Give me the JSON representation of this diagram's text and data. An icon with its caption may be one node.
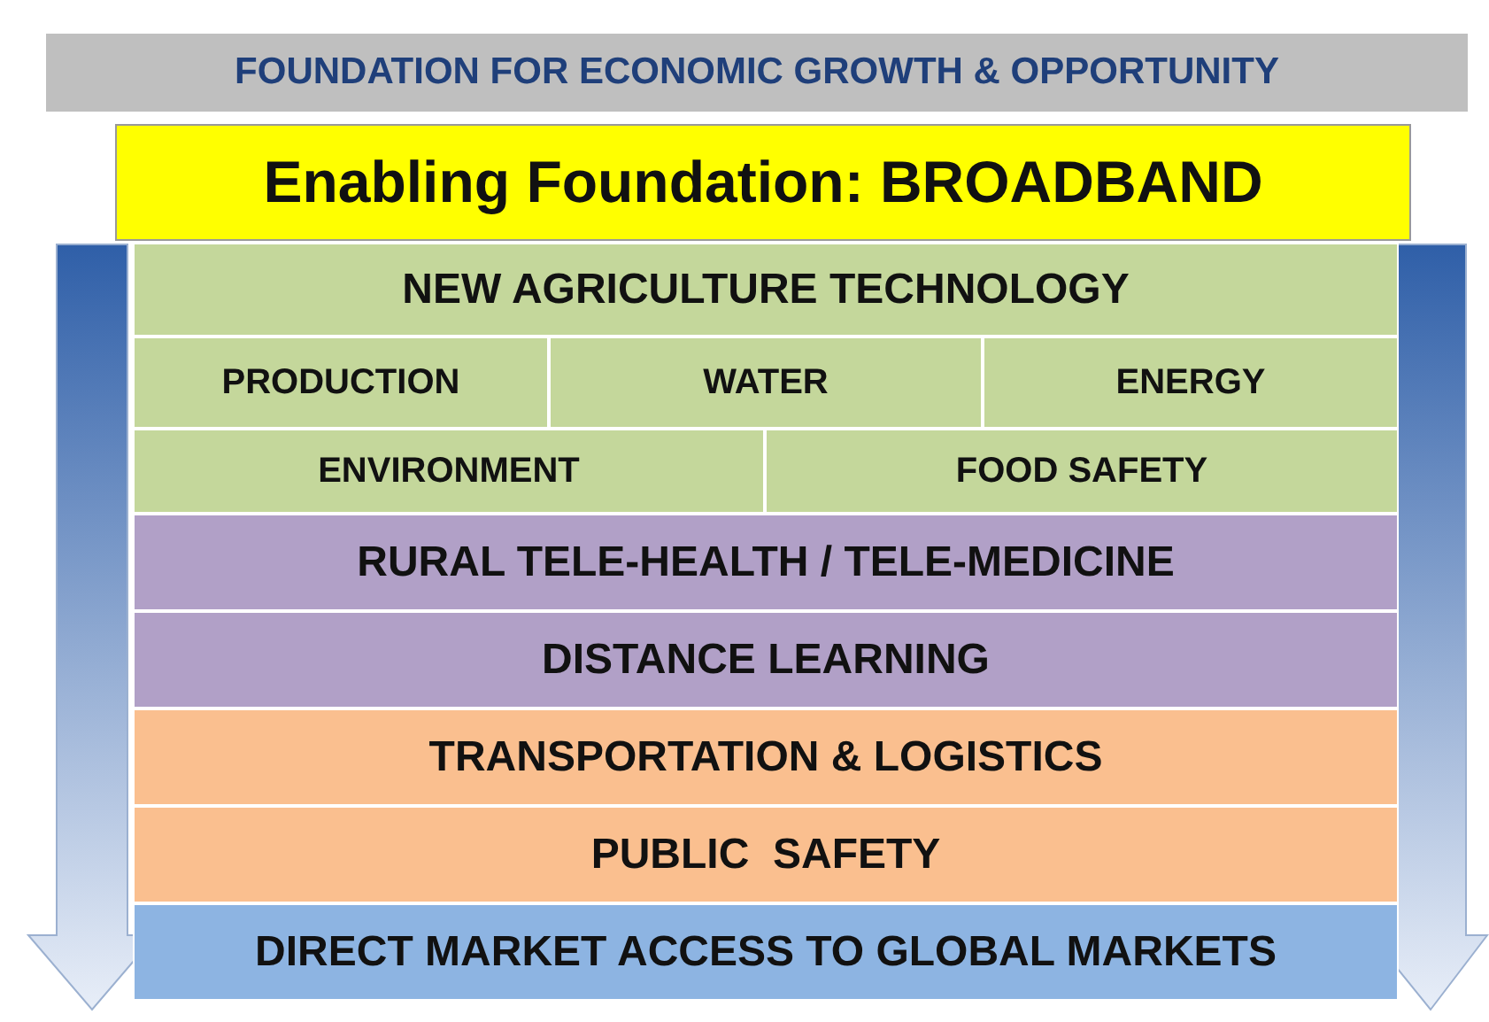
{
  "diagram": {
    "nodes": [
      {
        "text": [
          "FOUNDATION FOR ECONOMIC GROWTH & OPPORTUNITY"
        ]
      },
      {
        "text": [
          "Enabling Foundation: BROADBAND"
        ]
      },
      {
        "text": [
          "NEW AGRICULTURE TECHNOLOGY"
        ]
      },
      {
        "text": [
          "PRODUCTION"
        ]
      },
      {
        "text": [
          "WATER"
        ]
      },
      {
        "text": [
          "ENERGY"
        ]
      },
      {
        "text": [
          "ENVIRONMENT"
        ]
      },
      {
        "text": [
          "FOOD SAFETY"
        ]
      },
      {
        "text": [
          "RURAL TELE-HEALTH / TELE-MEDICINE"
        ]
      },
      {
        "text": [
          "DISTANCE LEARNING"
        ]
      },
      {
        "text": [
          "TRANSPORTATION & LOGISTICS"
        ]
      },
      {
        "text": [
          "PUBLIC  SAFETY"
        ]
      },
      {
        "text": [
          "DIRECT MARKET ACCESS TO GLOBAL MARKETS"
        ]
      }
    ]
  }
}
